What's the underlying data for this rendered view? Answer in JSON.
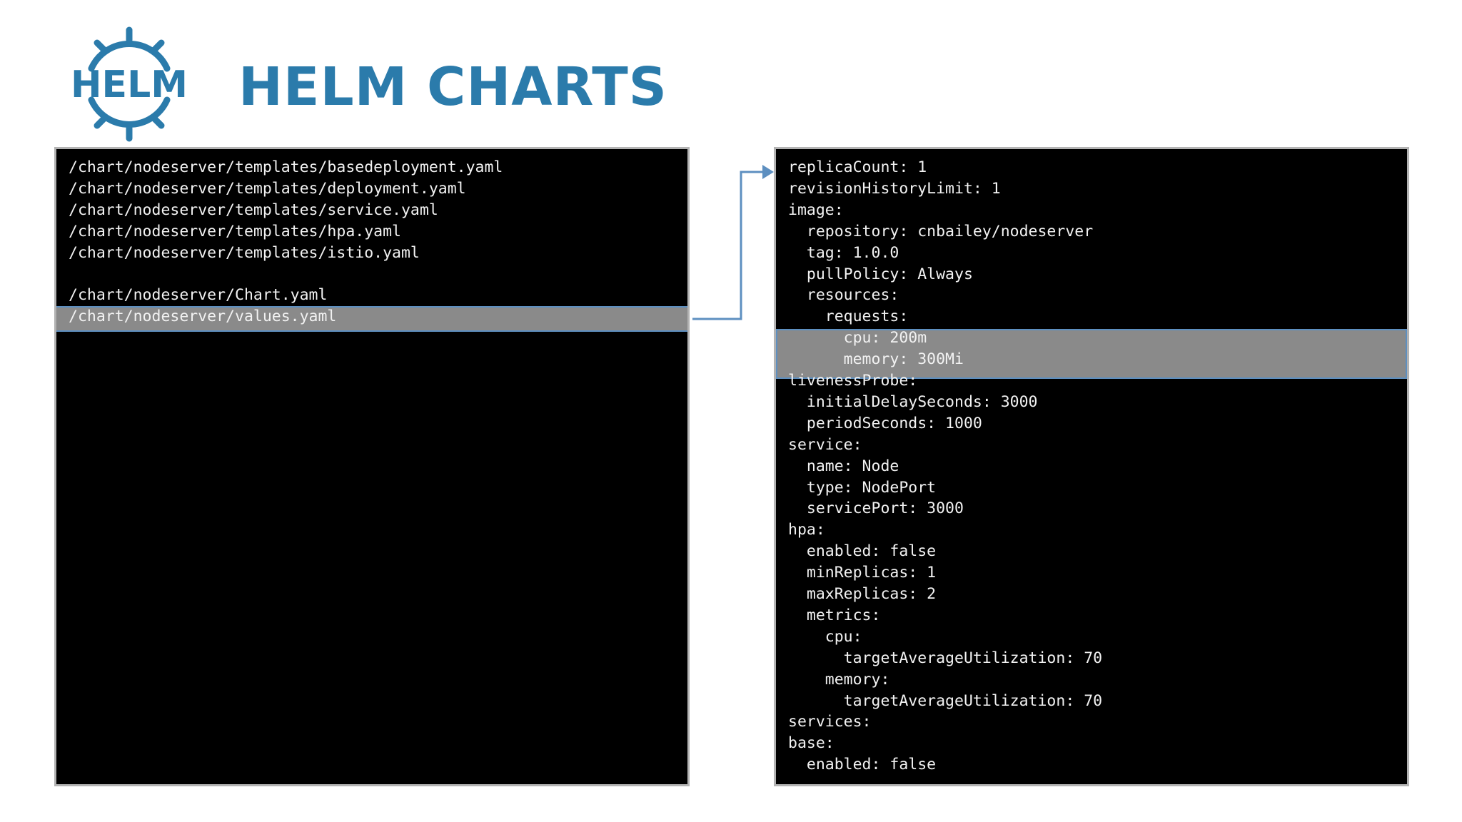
{
  "header": {
    "logo_text": "HELM",
    "title": "HELM CHARTS"
  },
  "file_list": [
    "/chart/nodeserver/templates/basedeployment.yaml",
    "/chart/nodeserver/templates/deployment.yaml",
    "/chart/nodeserver/templates/service.yaml",
    "/chart/nodeserver/templates/hpa.yaml",
    "/chart/nodeserver/templates/istio.yaml",
    "",
    "/chart/nodeserver/Chart.yaml",
    "/chart/nodeserver/values.yaml"
  ],
  "selected_file": "/chart/nodeserver/values.yaml",
  "values_yaml": [
    "replicaCount: 1",
    "revisionHistoryLimit: 1",
    "image:",
    "  repository: cnbailey/nodeserver",
    "  tag: 1.0.0",
    "  pullPolicy: Always",
    "  resources:",
    "    requests:",
    "      cpu: 200m",
    "      memory: 300Mi",
    "livenessProbe:",
    "  initialDelaySeconds: 3000",
    "  periodSeconds: 1000",
    "service:",
    "  name: Node",
    "  type: NodePort",
    "  servicePort: 3000",
    "hpa:",
    "  enabled: false",
    "  minReplicas: 1",
    "  maxReplicas: 2",
    "  metrics:",
    "    cpu:",
    "      targetAverageUtilization: 70",
    "    memory:",
    "      targetAverageUtilization: 70",
    "services:",
    "base:",
    "  enabled: false"
  ],
  "colors": {
    "title": "#2b7bab",
    "logo": "#2b7bab",
    "panel_bg": "#000000",
    "code_text": "#f2f2f2",
    "highlight": "#8a8a8a",
    "connector": "#5d8fc0"
  },
  "icons": {
    "logo": "helm-wheel-icon"
  }
}
